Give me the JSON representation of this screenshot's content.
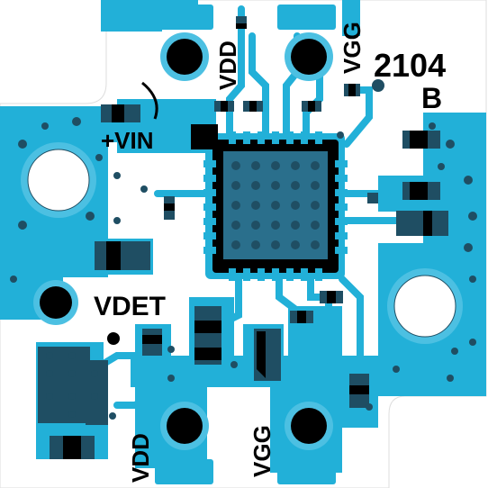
{
  "board": {
    "colors": {
      "copper": "#22b0d8",
      "copper_light": "#4cc0e2",
      "mask": "#4a9ab8",
      "pad": "#1f4e63",
      "silkscreen": "#000000",
      "substrate": "#ffffff"
    },
    "labels": {
      "vdd_top": "VDD",
      "vgg_top": "VGG",
      "part_number": "2104",
      "revision": "B",
      "vin": "+VIN",
      "vdet": "VDET",
      "vdd_bottom": "VDD",
      "vgg_bottom": "VGG"
    },
    "icons": {
      "chip": "qfn-chip-icon",
      "mount_hole": "mounting-hole-icon",
      "via": "via-icon",
      "test_point": "test-point-icon"
    }
  }
}
